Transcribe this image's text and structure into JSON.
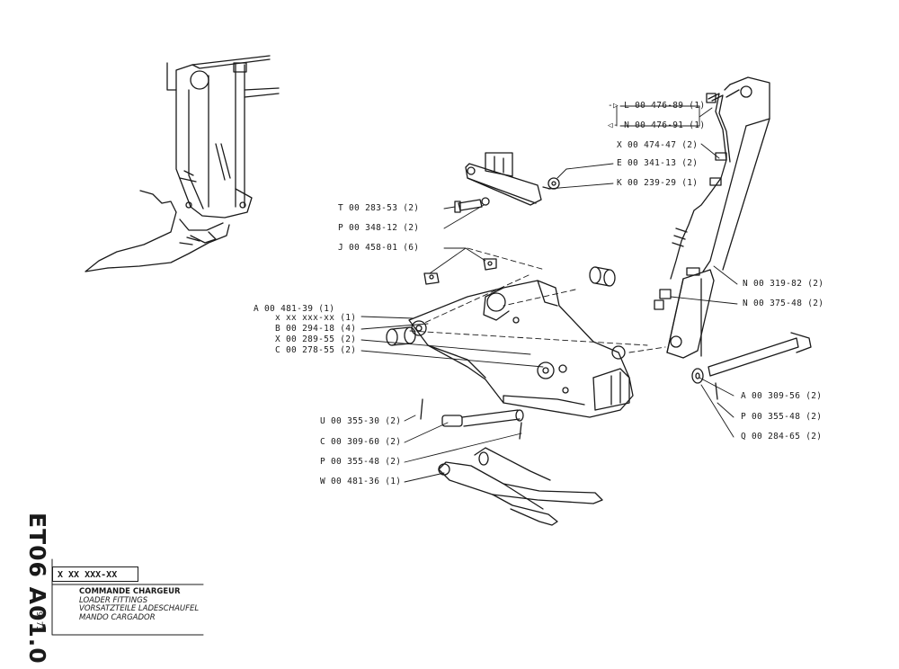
{
  "doc": {
    "code": "ET06 A01.0",
    "date": "9-73",
    "part_number_box": "X XX XXX-XX",
    "titles": [
      "COMMANDE CHARGEUR",
      "LOADER FITTINGS",
      "VORSATZTEILE LADESCHAUFEL",
      "MANDO CARGADOR"
    ]
  },
  "labels_left": [
    "T 00 283-53 (2)",
    "P 00 348-12 (2)",
    "J 00 458-01 (6)",
    "A 00 481-39 (1)",
    "x xx xxx-xx (1)",
    "B 00 294-18 (4)",
    "X 00 289-55 (2)",
    "C 00 278-55 (2)",
    "U 00 355-30 (2)",
    "C 00 309-60 (2)",
    "P 00 355-48 (2)",
    "W 00 481-36 (1)"
  ],
  "labels_right": [
    "L 00 476-89 (1)",
    "N 00 476-91 (1)",
    "X 00 474-47 (2)",
    "E 00 341-13 (2)",
    "K 00 239-29 (1)",
    "N 00 319-82 (2)",
    "N 00 375-48 (2)",
    "A 00 309-56 (2)",
    "P 00 355-48 (2)",
    "Q 00 284-65 (2)"
  ],
  "markers": {
    "l_marker": "-▷",
    "n_marker": "◁-"
  }
}
